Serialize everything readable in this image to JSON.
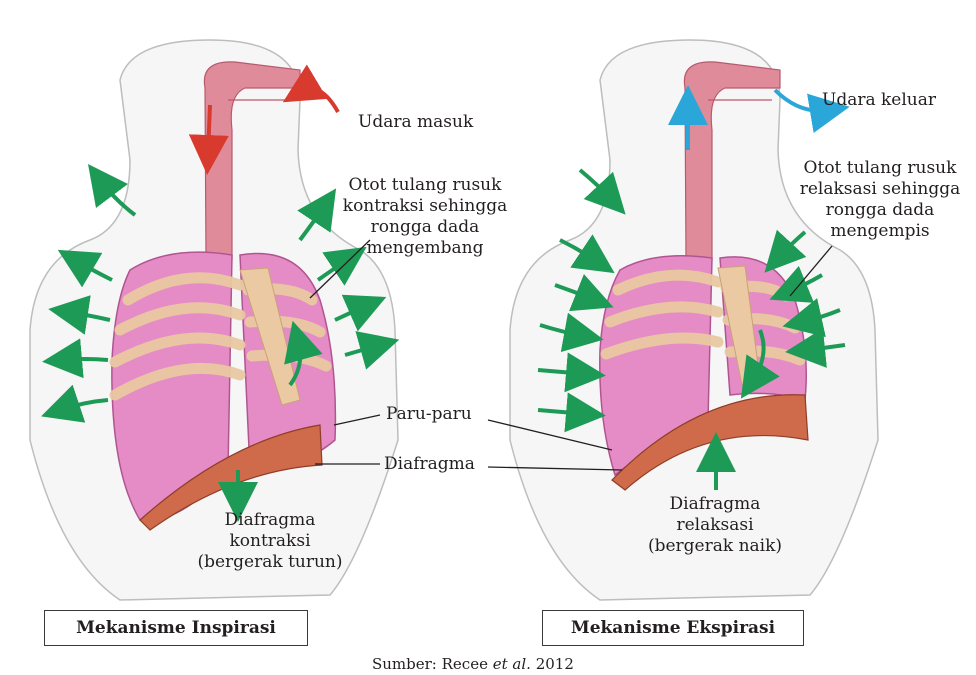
{
  "inspiration": {
    "air_in": "Udara masuk",
    "muscle_line1": "Otot tulang rusuk",
    "muscle_line2": "kontraksi sehingga",
    "muscle_line3": "rongga dada",
    "muscle_line4": "mengembang",
    "diaphragm_line1": "Diafragma",
    "diaphragm_line2": "kontraksi",
    "diaphragm_line3": "(bergerak turun)",
    "title": "Mekanisme Inspirasi"
  },
  "expiration": {
    "air_out": "Udara keluar",
    "muscle_line1": "Otot tulang rusuk",
    "muscle_line2": "relaksasi sehingga",
    "muscle_line3": "rongga dada",
    "muscle_line4": "mengempis",
    "diaphragm_line1": "Diafragma",
    "diaphragm_line2": "relaksasi",
    "diaphragm_line3": "(bergerak naik)",
    "title": "Mekanisme Ekspirasi"
  },
  "shared": {
    "lungs": "Paru-paru",
    "diaphragm": "Diafragma"
  },
  "source": {
    "prefix": "Sumber: Recee ",
    "etal": "et al.",
    "year": " 2012"
  },
  "colors": {
    "lung": "#e58cc6",
    "rib": "#eac9a3",
    "diaphragm": "#cf6a4a",
    "arrow_green": "#1e9a57",
    "arrow_in": "#d83a2e",
    "arrow_out": "#2aa7d8",
    "trachea": "#e08b9a"
  }
}
